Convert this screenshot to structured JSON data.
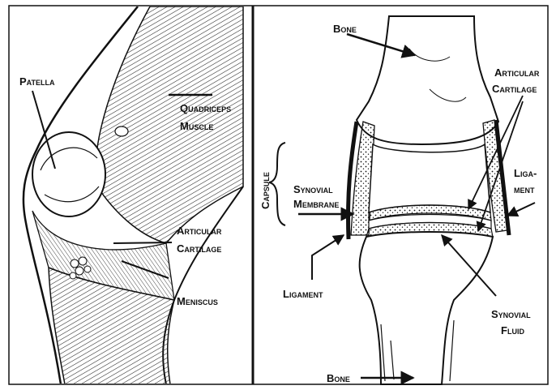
{
  "figure": {
    "left_panel": {
      "labels": {
        "patella": "Patella",
        "quadriceps_1": "Quadriceps",
        "quadriceps_2": "Muscle",
        "articular_1": "Articular",
        "articular_2": "Cartilage",
        "meniscus": "Meniscus"
      }
    },
    "right_panel": {
      "labels": {
        "bone_top": "Bone",
        "articular_1": "Articular",
        "articular_2": "Cartilage",
        "capsule": "Capsule",
        "synovial_membrane_1": "Synovial",
        "synovial_membrane_2": "Membrane",
        "ligament_right_1": "Liga-",
        "ligament_right_2": "ment",
        "ligament_left": "Ligament",
        "synovial_fluid_1": "Synovial",
        "synovial_fluid_2": "Fluid",
        "bone_bottom": "Bone"
      }
    },
    "colors": {
      "ink": "#111111",
      "paper": "#ffffff"
    }
  }
}
